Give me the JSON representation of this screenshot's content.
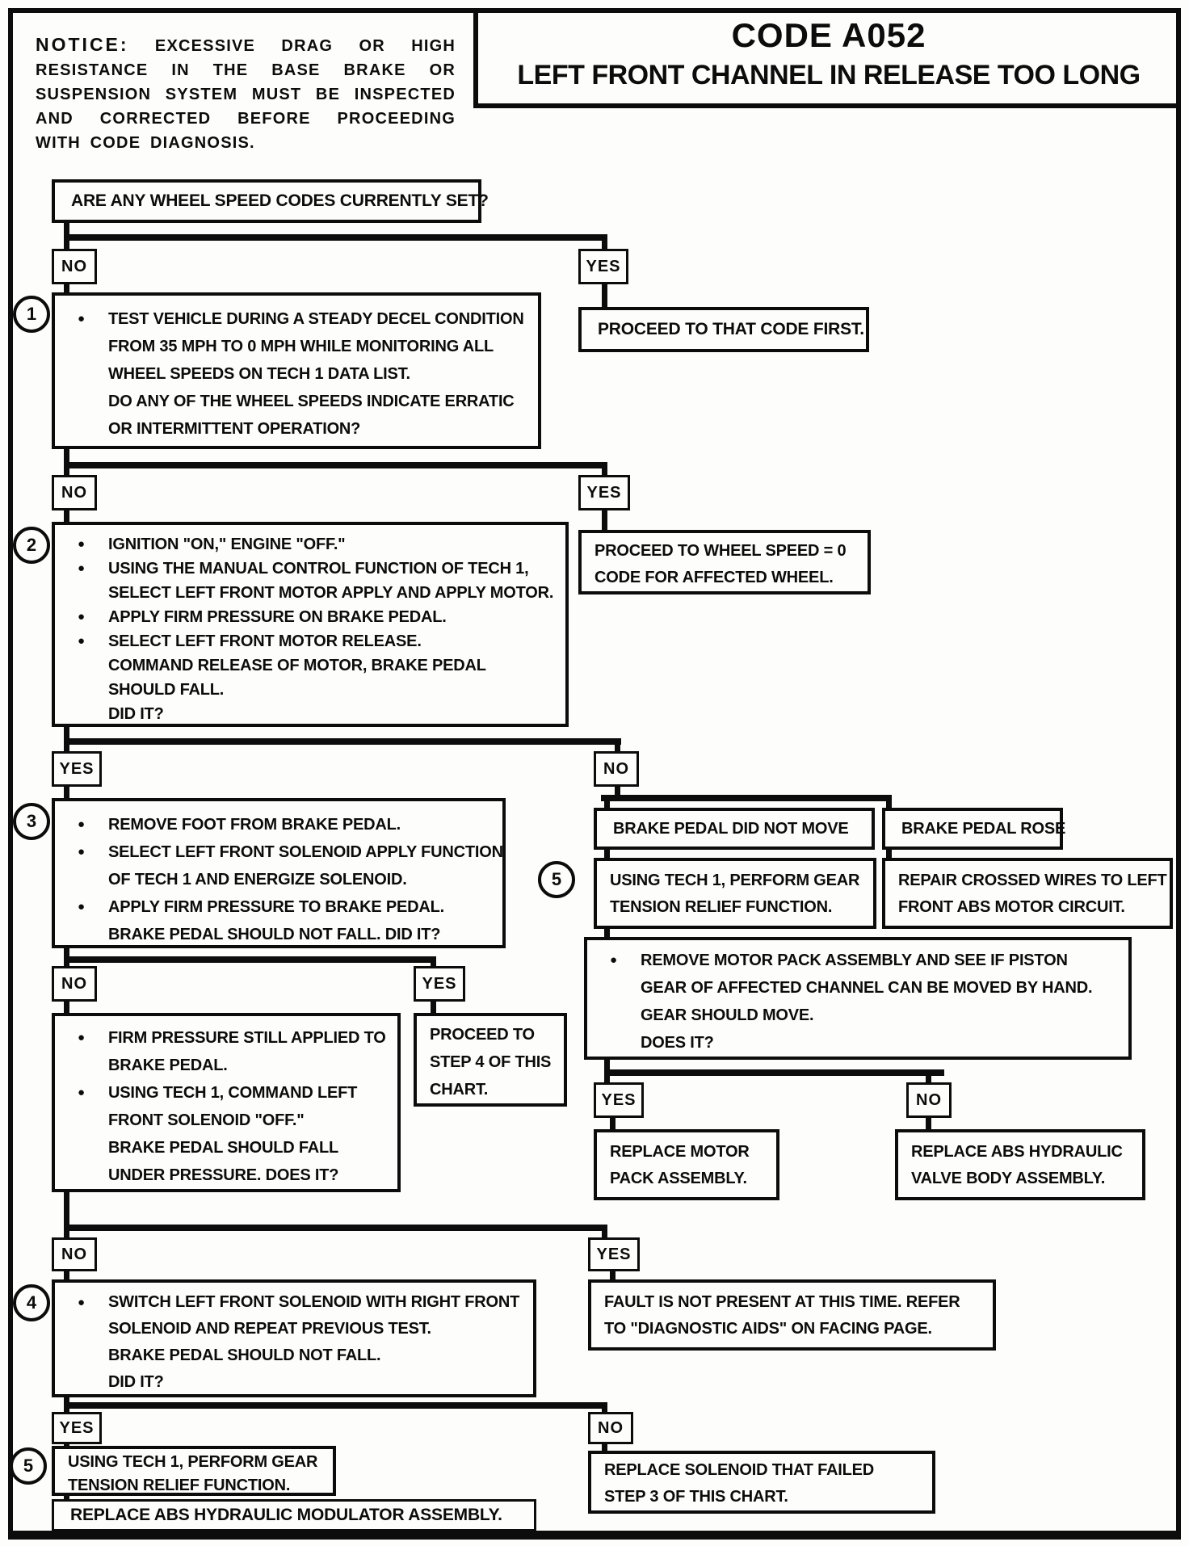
{
  "notice": {
    "label": "NOTICE:",
    "body": "EXCESSIVE DRAG OR HIGH RESISTANCE IN THE BASE BRAKE OR SUSPENSION SYSTEM MUST BE INSPECTED AND CORRECTED BEFORE PROCEEDING WITH CODE DIAGNOSIS."
  },
  "header": {
    "code": "CODE A052",
    "title": "LEFT FRONT CHANNEL IN RELEASE TOO LONG"
  },
  "labels": {
    "yes": "YES",
    "no": "NO"
  },
  "badges": {
    "one": "1",
    "two": "2",
    "three": "3",
    "four": "4",
    "five": "5"
  },
  "flow": {
    "q1": "ARE ANY WHEEL SPEED CODES CURRENTLY SET?",
    "proceed1": "PROCEED TO THAT CODE FIRST.",
    "step1": [
      "TEST VEHICLE DURING A STEADY DECEL CONDITION",
      "FROM 35 MPH TO 0 MPH WHILE MONITORING ALL",
      "WHEEL SPEEDS ON TECH 1 DATA LIST.",
      "DO ANY OF THE WHEEL SPEEDS INDICATE ERRATIC",
      "OR INTERMITTENT OPERATION?"
    ],
    "proceed2": [
      "PROCEED TO WHEEL SPEED = 0",
      "CODE FOR AFFECTED WHEEL."
    ],
    "step2": [
      "IGNITION \"ON,\" ENGINE \"OFF.\"",
      "USING THE MANUAL CONTROL FUNCTION OF TECH 1,",
      "SELECT LEFT FRONT MOTOR APPLY AND APPLY MOTOR.",
      "APPLY FIRM PRESSURE ON BRAKE PEDAL.",
      "SELECT LEFT FRONT MOTOR RELEASE.",
      "COMMAND RELEASE OF MOTOR, BRAKE PEDAL",
      "SHOULD FALL.",
      "DID IT?"
    ],
    "step3": [
      "REMOVE FOOT FROM BRAKE PEDAL.",
      "SELECT LEFT FRONT SOLENOID APPLY FUNCTION",
      "OF TECH 1 AND ENERGIZE SOLENOID.",
      "APPLY FIRM PRESSURE TO BRAKE PEDAL.",
      "BRAKE PEDAL SHOULD NOT FALL. DID IT?"
    ],
    "pedal_not_move": "BRAKE PEDAL DID NOT MOVE",
    "pedal_rose": "BRAKE PEDAL ROSE",
    "gear5a": [
      "USING TECH 1, PERFORM GEAR",
      "TENSION RELIEF FUNCTION."
    ],
    "repair": [
      "REPAIR CROSSED WIRES TO LEFT",
      "FRONT ABS MOTOR CIRCUIT."
    ],
    "gear_check": [
      "REMOVE MOTOR PACK ASSEMBLY AND SEE IF PISTON",
      "GEAR OF AFFECTED CHANNEL CAN BE MOVED BY HAND.",
      "GEAR SHOULD MOVE.",
      "DOES IT?"
    ],
    "replace_motor_pack": [
      "REPLACE MOTOR",
      "PACK ASSEMBLY."
    ],
    "replace_valve_body": [
      "REPLACE ABS HYDRAULIC",
      "VALVE BODY ASSEMBLY."
    ],
    "firm": [
      "FIRM PRESSURE STILL APPLIED TO",
      "BRAKE PEDAL.",
      "USING TECH 1, COMMAND LEFT",
      "FRONT SOLENOID \"OFF.\"",
      "BRAKE PEDAL SHOULD FALL",
      "UNDER PRESSURE.  DOES IT?"
    ],
    "proceed4": [
      "PROCEED TO",
      "STEP 4 OF THIS",
      "CHART."
    ],
    "step4": [
      "SWITCH LEFT FRONT SOLENOID WITH RIGHT FRONT",
      "SOLENOID AND REPEAT PREVIOUS TEST.",
      "BRAKE PEDAL SHOULD NOT FALL.",
      "DID IT?"
    ],
    "fault": [
      "FAULT IS NOT PRESENT AT THIS TIME.  REFER",
      "TO \"DIAGNOSTIC AIDS\" ON FACING PAGE."
    ],
    "gear5b": [
      "USING TECH 1, PERFORM GEAR",
      "TENSION RELIEF FUNCTION."
    ],
    "replace_solenoid": [
      "REPLACE SOLENOID THAT FAILED",
      "STEP 3 OF THIS CHART."
    ],
    "replace_modulator": "REPLACE ABS HYDRAULIC MODULATOR ASSEMBLY."
  }
}
